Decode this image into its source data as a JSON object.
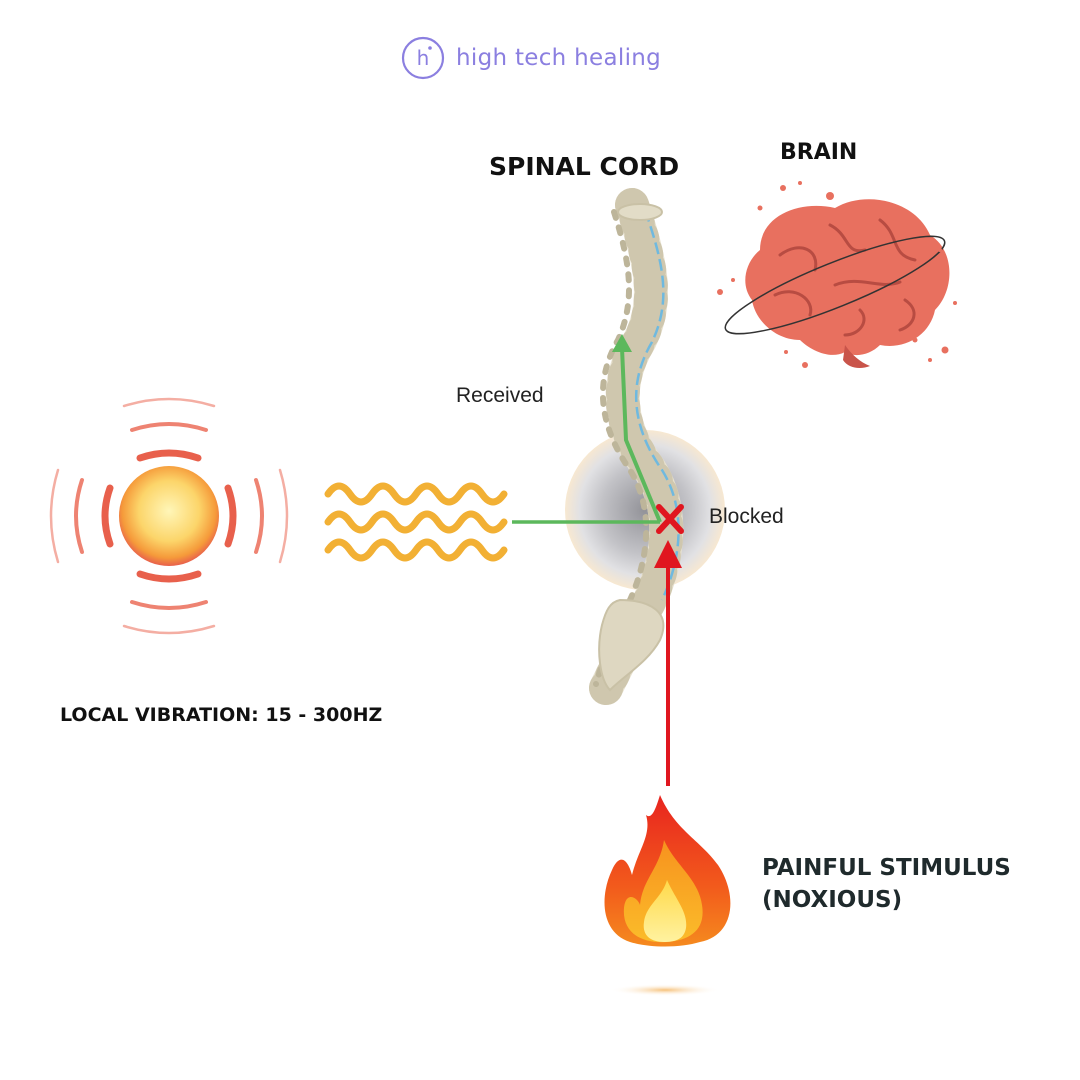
{
  "brand": {
    "name": "high tech healing",
    "mark_letter": "h",
    "color": "#8b7fe0"
  },
  "labels": {
    "spinal_cord": "SPINAL CORD",
    "brain": "BRAIN",
    "received": "Received",
    "blocked": "Blocked",
    "vibration": "LOCAL VIBRATION: 15 - 300HZ",
    "stimulus_line1": "PAINFUL STIMULUS",
    "stimulus_line2": "(NOXIOUS)",
    "blocked_mark": "X"
  },
  "colors": {
    "received_path": "#5cb85c",
    "pain_path": "#e0161f",
    "wave": "#f2b034",
    "brain": "#e8705f",
    "vibration_ring": "#e8604c",
    "vibration_core": "#fcd56a"
  },
  "icons": [
    "vibration-source-icon",
    "wave-icon",
    "spine-icon",
    "brain-icon",
    "flame-icon",
    "blocked-x-icon"
  ]
}
